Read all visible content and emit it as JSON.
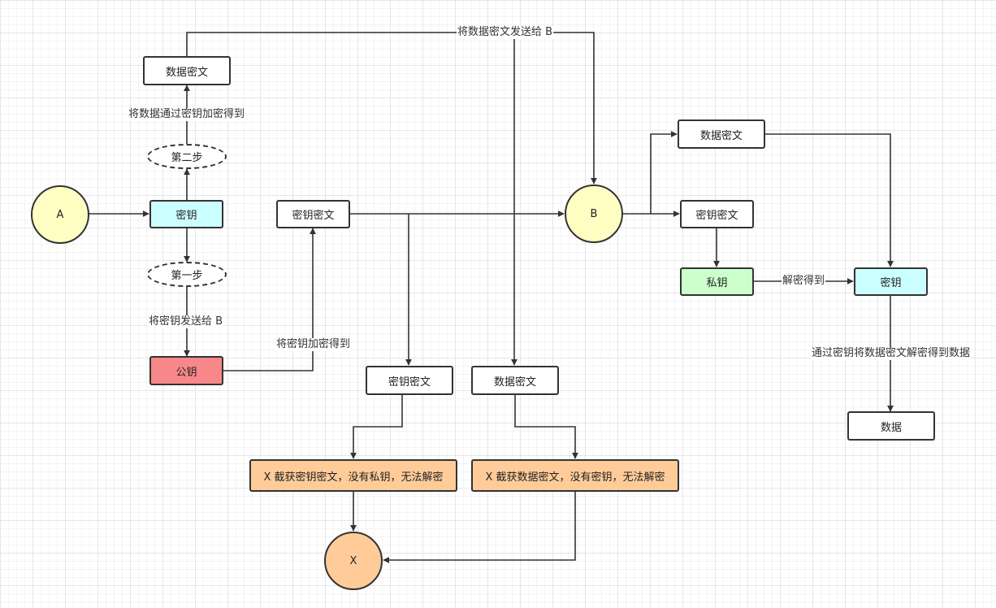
{
  "nodes": {
    "a": "A",
    "b": "B",
    "x": "X",
    "key_a": "密钥",
    "step1": "第一步",
    "step2": "第二步",
    "pubkey": "公钥",
    "data_cipher_top": "数据密文",
    "key_cipher_mid": "密钥密文",
    "key_cipher_x": "密钥密文",
    "data_cipher_x": "数据密文",
    "x_key_msg": "X 截获密钥密文，没有私钥，无法解密",
    "x_data_msg": "X 截获数据密文，没有密钥，无法解密",
    "data_cipher_b": "数据密文",
    "key_cipher_b": "密钥密文",
    "privkey": "私钥",
    "key_b": "密钥",
    "data": "数据"
  },
  "edges": {
    "encrypt_data": "将数据通过密钥加密得到",
    "send_key": "将密钥发送给 B",
    "encrypt_key": "将密钥加密得到",
    "send_data": "将数据密文发送给 B",
    "decrypt_key": "解密得到",
    "decrypt_data": "通过密钥将数据密文解密得到数据"
  },
  "colors": {
    "line": "#333333",
    "cyan": "#ccffff",
    "green": "#ccffcc",
    "red": "#f8878a",
    "orange": "#ffcc99",
    "yellow": "#ffffc4"
  }
}
